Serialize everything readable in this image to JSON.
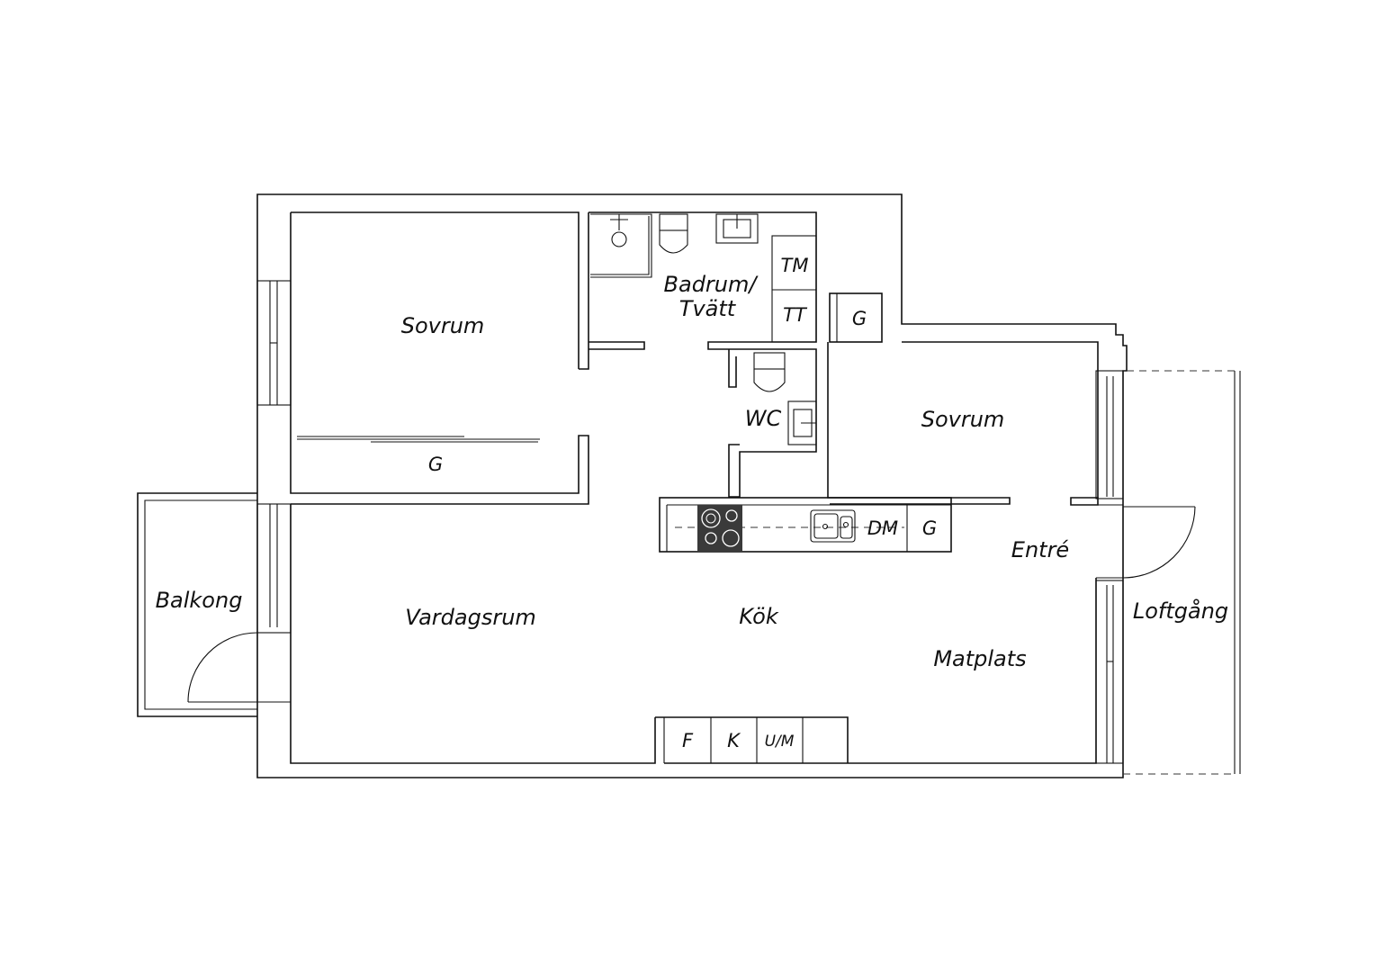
{
  "labels": {
    "sovrum_1": "Sovrum",
    "badrum_line1": "Badrum/",
    "badrum_line2": "Tvätt",
    "tm": "TM",
    "tt": "TT",
    "g_hall": "G",
    "sovrum_2": "Sovrum",
    "wc": "WC",
    "g_wardrobe": "G",
    "balkong": "Balkong",
    "vardagsrum": "Vardagsrum",
    "kok": "Kök",
    "entre": "Entré",
    "loftgang": "Loftgång",
    "matplats": "Matplats",
    "dm": "DM",
    "g_kitchen": "G",
    "f": "F",
    "k": "K",
    "um": "U/M"
  },
  "colors": {
    "line": "#111111",
    "background": "#ffffff",
    "stove": "#3a3a3a"
  }
}
